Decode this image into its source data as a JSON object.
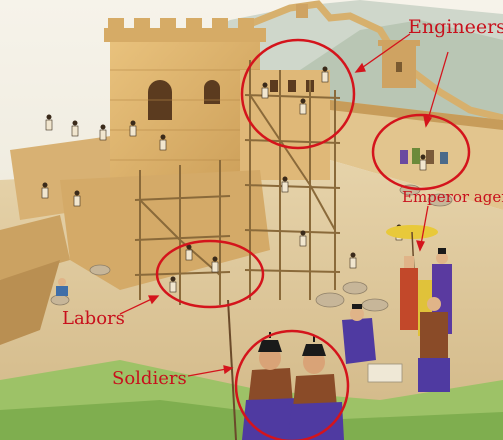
{
  "annotations": {
    "engineers": "Engineers",
    "emperor_agent": "Emperor agent",
    "labors": "Labors",
    "soldiers": "Soldiers"
  },
  "colors": {
    "annotation": "#c8101c",
    "wall_stone": "#d9b06b",
    "sky": "#eef1ea",
    "hills": "#bcc7b9",
    "grass": "#8fbd5b",
    "soldier_robe": "#4f3aa1",
    "armor": "#8a4b28"
  }
}
